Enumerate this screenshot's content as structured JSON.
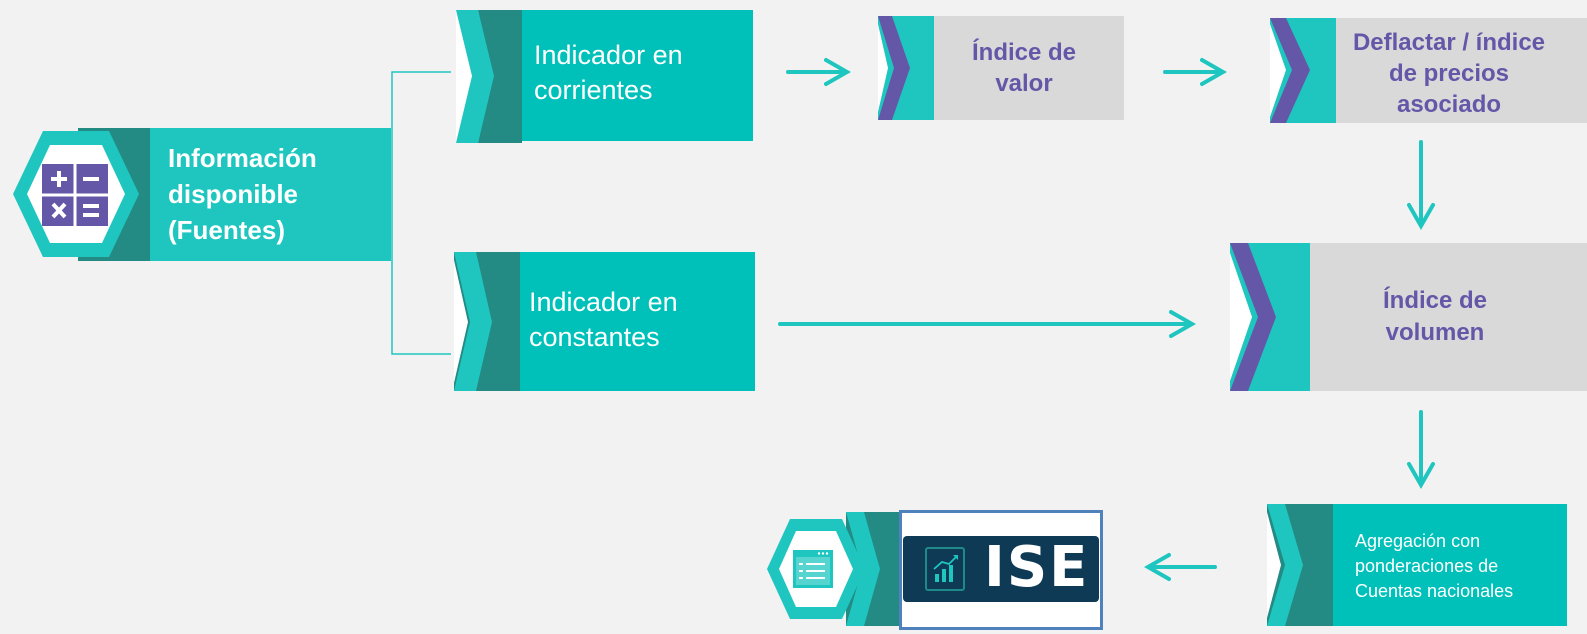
{
  "nodes": {
    "info": {
      "line1": "Información",
      "line2": "disponible",
      "line3": "(Fuentes)"
    },
    "corrientes": {
      "line1": "Indicador en",
      "line2": "corrientes"
    },
    "constantes": {
      "line1": "Indicador en",
      "line2": "constantes"
    },
    "indice_valor": {
      "line1": "Índice de",
      "line2": "valor"
    },
    "deflactar": {
      "line1": "Deflactar / índice",
      "line2": "de precios",
      "line3": "asociado"
    },
    "indice_volumen": {
      "line1": "Índice de",
      "line2": "volumen"
    },
    "agregacion": {
      "line1": "Agregación con",
      "line2": "ponderaciones de",
      "line3": "Cuentas nacionales"
    },
    "ise": {
      "logo_text": "ISE"
    }
  },
  "icons": {
    "calculator": "calculator-icon",
    "report": "report-icon",
    "chart": "chart-icon"
  },
  "colors": {
    "teal": "#00c1b9",
    "teal_dark": "#238a84",
    "teal_mid": "#1ec6bf",
    "purple": "#6557a8",
    "grey_box": "#d9d9d9",
    "navy": "#0f3a55"
  }
}
